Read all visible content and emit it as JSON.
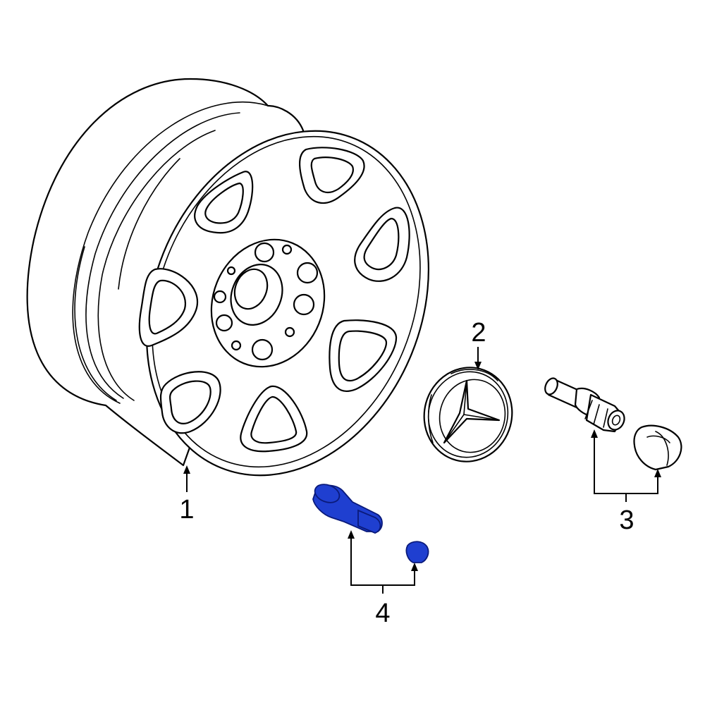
{
  "callouts": {
    "wheel": "1",
    "center_cap": "2",
    "valve_stem_kit": "3",
    "tpms_valve_kit": "4"
  },
  "colors": {
    "line": "#000000",
    "highlight_fill": "#1f3fd0",
    "highlight_stroke": "#0a1a7a",
    "background": "#ffffff"
  }
}
